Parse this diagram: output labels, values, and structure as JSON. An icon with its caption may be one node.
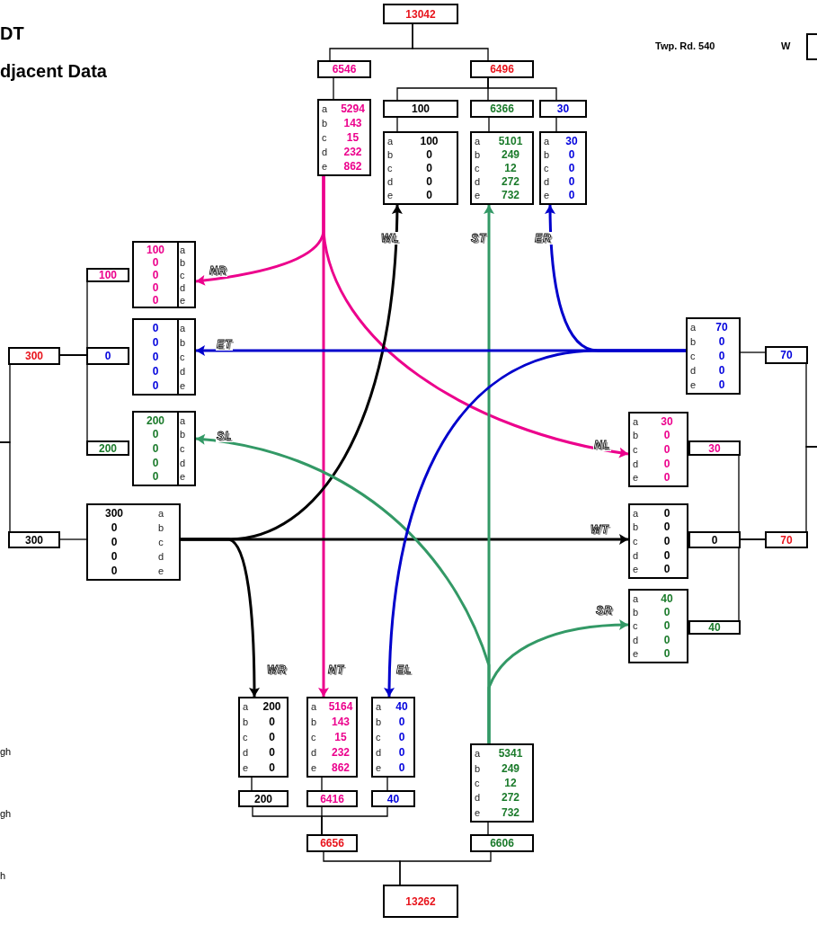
{
  "diagram": {
    "nodes": [
      {
        "text": [
          "13042"
        ]
      },
      {
        "text": [
          "6546"
        ]
      },
      {
        "text": [
          "6496"
        ]
      },
      {
        "text": [
          "100"
        ]
      },
      {
        "text": [
          "6366"
        ]
      },
      {
        "text": [
          "30"
        ]
      },
      {
        "text": [
          "a",
          "5294",
          "b",
          "143",
          "c",
          "15",
          "d",
          "232",
          "e",
          "862"
        ]
      },
      {
        "text": [
          "a",
          "100",
          "b",
          "0",
          "c",
          "0",
          "d",
          "0",
          "e",
          "0"
        ]
      },
      {
        "text": [
          "a",
          "5101",
          "b",
          "249",
          "c",
          "12",
          "d",
          "272",
          "e",
          "732"
        ]
      },
      {
        "text": [
          "a",
          "30",
          "b",
          "0",
          "c",
          "0",
          "d",
          "0",
          "e",
          "0"
        ]
      },
      {
        "text": [
          "300"
        ]
      },
      {
        "text": [
          "100"
        ]
      },
      {
        "text": [
          "100",
          "a",
          "0",
          "b",
          "0",
          "c",
          "0",
          "d",
          "0",
          "e"
        ]
      },
      {
        "text": [
          "0"
        ]
      },
      {
        "text": [
          "0",
          "a",
          "0",
          "b",
          "0",
          "c",
          "0",
          "d",
          "0",
          "e"
        ]
      },
      {
        "text": [
          "200"
        ]
      },
      {
        "text": [
          "200",
          "a",
          "0",
          "b",
          "0",
          "c",
          "0",
          "d",
          "0",
          "e"
        ]
      },
      {
        "text": [
          "300"
        ]
      },
      {
        "text": [
          "300",
          "a",
          "0",
          "b",
          "0",
          "c",
          "0",
          "d",
          "0",
          "e"
        ]
      },
      {
        "text": [
          "a",
          "70",
          "b",
          "0",
          "c",
          "0",
          "d",
          "0",
          "e",
          "0"
        ]
      },
      {
        "text": [
          "70"
        ]
      },
      {
        "text": [
          "a",
          "30",
          "b",
          "0",
          "c",
          "0",
          "d",
          "0",
          "e",
          "0"
        ]
      },
      {
        "text": [
          "30"
        ]
      },
      {
        "text": [
          "a",
          "0",
          "b",
          "0",
          "c",
          "0",
          "d",
          "0",
          "e",
          "0"
        ]
      },
      {
        "text": [
          "0"
        ]
      },
      {
        "text": [
          "70"
        ]
      },
      {
        "text": [
          "a",
          "40",
          "b",
          "0",
          "c",
          "0",
          "d",
          "0",
          "e",
          "0"
        ]
      },
      {
        "text": [
          "40"
        ]
      },
      {
        "text": [
          "a",
          "200",
          "b",
          "0",
          "c",
          "0",
          "d",
          "0",
          "e",
          "0"
        ]
      },
      {
        "text": [
          "a",
          "5164",
          "b",
          "143",
          "c",
          "15",
          "d",
          "232",
          "e",
          "862"
        ]
      },
      {
        "text": [
          "a",
          "40",
          "b",
          "0",
          "c",
          "0",
          "d",
          "0",
          "e",
          "0"
        ]
      },
      {
        "text": [
          "200"
        ]
      },
      {
        "text": [
          "6416"
        ]
      },
      {
        "text": [
          "40"
        ]
      },
      {
        "text": [
          "a",
          "5341",
          "b",
          "249",
          "c",
          "12",
          "d",
          "272",
          "e",
          "732"
        ]
      },
      {
        "text": [
          "6656"
        ]
      },
      {
        "text": [
          "6606"
        ]
      },
      {
        "text": [
          "13262"
        ]
      },
      {
        "text": [],
        "shape": "box"
      }
    ],
    "edges": [
      {
        "from": 0,
        "to": 1,
        "arrow": "none"
      },
      {
        "from": 0,
        "to": 2,
        "arrow": "none"
      },
      {
        "from": 1,
        "to": 6,
        "arrow": "none"
      },
      {
        "from": 2,
        "to": 3,
        "arrow": "none"
      },
      {
        "from": 2,
        "to": 4,
        "arrow": "none"
      },
      {
        "from": 2,
        "to": 5,
        "arrow": "none"
      },
      {
        "from": 3,
        "to": 7,
        "arrow": "none"
      },
      {
        "from": 4,
        "to": 8,
        "arrow": "none"
      },
      {
        "from": 5,
        "to": 9,
        "arrow": "none"
      },
      {
        "from": 10,
        "to": 11,
        "arrow": "none"
      },
      {
        "from": 10,
        "to": 13,
        "arrow": "none"
      },
      {
        "from": 10,
        "to": 15,
        "arrow": "none"
      },
      {
        "from": 10,
        "to": null,
        "arrow": "none"
      },
      {
        "from": 17,
        "to": null,
        "arrow": "none"
      },
      {
        "from": 17,
        "to": 18,
        "arrow": "none"
      },
      {
        "from": 19,
        "to": 20,
        "arrow": "none"
      },
      {
        "from": 20,
        "to": null,
        "arrow": "none"
      },
      {
        "from": 25,
        "to": null,
        "arrow": "none"
      },
      {
        "from": 22,
        "to": 25,
        "arrow": "none"
      },
      {
        "from": 24,
        "to": 25,
        "arrow": "none"
      },
      {
        "from": 27,
        "to": 25,
        "arrow": "none"
      },
      {
        "from": 28,
        "to": 31,
        "arrow": "none"
      },
      {
        "from": 29,
        "to": 32,
        "arrow": "none"
      },
      {
        "from": 30,
        "to": 33,
        "arrow": "none"
      },
      {
        "from": 31,
        "to": 35,
        "arrow": "none"
      },
      {
        "from": 32,
        "to": 35,
        "arrow": "none"
      },
      {
        "from": 33,
        "to": 35,
        "arrow": "none"
      },
      {
        "from": 34,
        "to": 36,
        "arrow": "none"
      },
      {
        "from": 35,
        "to": 37,
        "arrow": "none"
      },
      {
        "from": 36,
        "to": 37,
        "arrow": "none"
      },
      {
        "from": 6,
        "to": 12,
        "arrow": "to",
        "label": "NR",
        "style": "thick",
        "color": "#ec008c"
      },
      {
        "from": 6,
        "to": 29,
        "arrow": "to",
        "label": "NT",
        "style": "thick",
        "color": "#ec008c"
      },
      {
        "from": 6,
        "to": 21,
        "arrow": "to",
        "label": "NL",
        "style": "thick",
        "color": "#ec008c"
      },
      {
        "from": 18,
        "to": 7,
        "arrow": "to",
        "label": "WL",
        "style": "thick"
      },
      {
        "from": 18,
        "to": 23,
        "arrow": "to",
        "label": "WT",
        "style": "thick"
      },
      {
        "from": 18,
        "to": 28,
        "arrow": "to",
        "label": "WR",
        "style": "thick"
      },
      {
        "from": 34,
        "to": 8,
        "arrow": "to",
        "label": "ST",
        "style": "thick",
        "color": "#339966"
      },
      {
        "from": 34,
        "to": 16,
        "arrow": "to",
        "label": "SL",
        "style": "thick",
        "color": "#339966"
      },
      {
        "from": 34,
        "to": 26,
        "arrow": "to",
        "label": "SR",
        "style": "thick",
        "color": "#339966"
      },
      {
        "from": 19,
        "to": 9,
        "arrow": "to",
        "label": "ER",
        "style": "thick",
        "color": "#0000cc"
      },
      {
        "from": 19,
        "to": 14,
        "arrow": "to",
        "label": "ET",
        "style": "thick",
        "color": "#0000cc"
      },
      {
        "from": 19,
        "to": 30,
        "arrow": "to",
        "label": "EL",
        "style": "thick",
        "color": "#0000cc"
      }
    ],
    "labels": [
      "DT",
      "djacent Data",
      "Twp. Rd. 540",
      "W",
      "gh",
      "gh",
      "h"
    ]
  }
}
